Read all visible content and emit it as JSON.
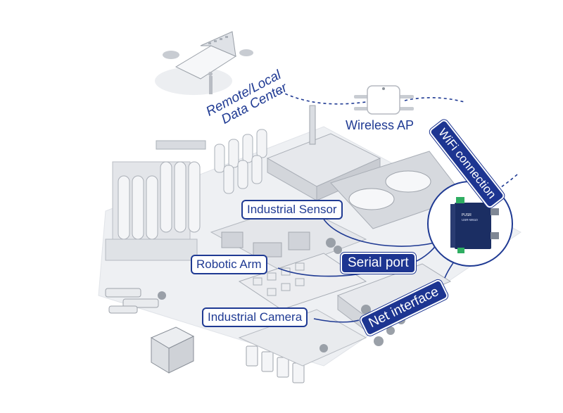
{
  "labels": {
    "data_center_line1": "Remote/Local",
    "data_center_line2": "Data Center",
    "wireless_ap": "Wireless AP",
    "wifi_connection": "WiFi connection",
    "industrial_sensor": "Industrial Sensor",
    "robotic_arm": "Robotic Arm",
    "serial_port": "Serial port",
    "industrial_camera": "Industrial Camera",
    "net_interface": "Net interface"
  },
  "device": {
    "brand": "PUSR",
    "model": "USR-W610"
  },
  "colors": {
    "accent_blue": "#1d3591",
    "connector_line": "#1f3a93",
    "device_body": "#1b2e63",
    "device_terminal": "#2fae62",
    "building_gray": "#d9dce1"
  },
  "icons": {
    "data_center": "laptop-dashboard-icon",
    "access_point": "wireless-ap-icon",
    "serial_server": "serial-server-device-icon"
  }
}
